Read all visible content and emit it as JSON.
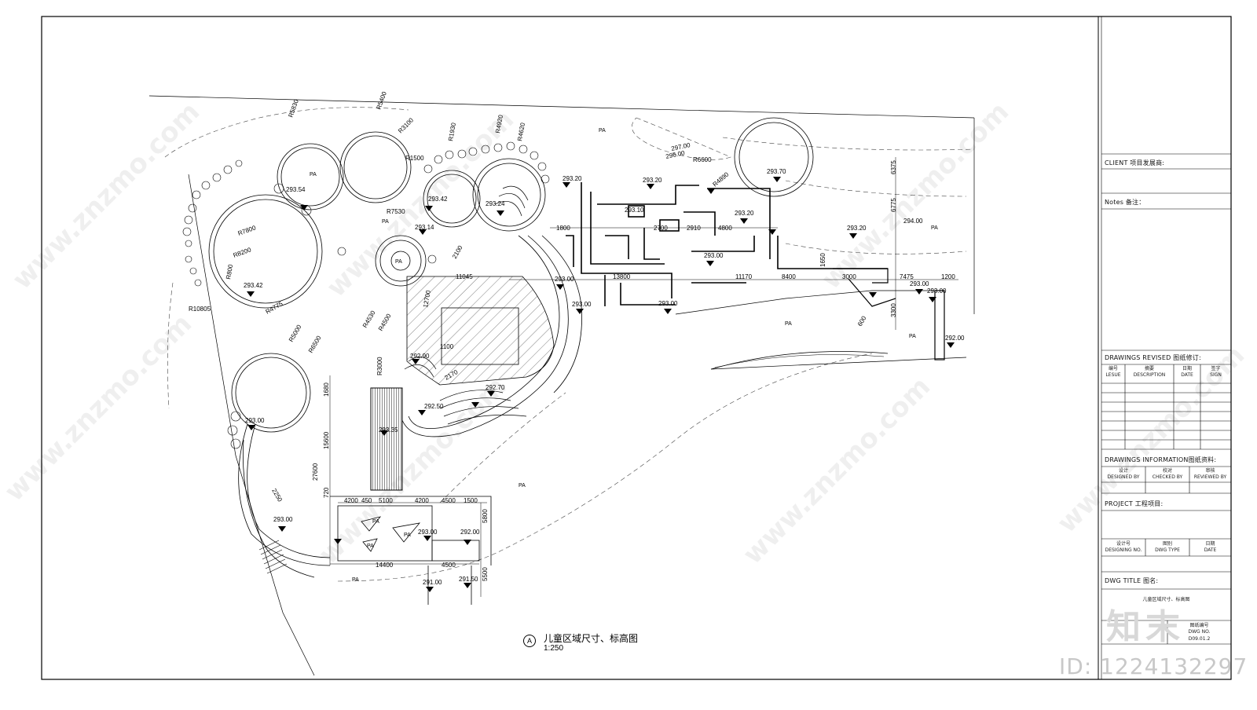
{
  "drawing": {
    "caption_title": "儿童区域尺寸、标高图",
    "caption_scale": "1:250",
    "caption_badge": "A",
    "area_label": "PA",
    "elevations": [
      "293.54",
      "293.42",
      "293.20",
      "293.00",
      "292.70",
      "292.00",
      "291.50",
      "291.00",
      "294.00",
      "297.00",
      "296.00",
      "293.70",
      "293.10",
      "292.90",
      "292.50",
      "293.24",
      "293.14",
      "293.35"
    ],
    "dimensions": [
      "R5400",
      "R3100",
      "R1500",
      "R7530",
      "R4920",
      "R4620",
      "R5830",
      "R1930",
      "R7800",
      "R8200",
      "R10805",
      "R4775",
      "R4530",
      "R4500",
      "R3000",
      "R6600",
      "R4890",
      "R800",
      "R5000",
      "R6500",
      "13800",
      "11170",
      "8400",
      "7475",
      "1200",
      "1800",
      "2700",
      "2910",
      "4800",
      "4200",
      "450",
      "5100",
      "4500",
      "1500",
      "14400",
      "27600",
      "15600",
      "1680",
      "720",
      "2250",
      "5800",
      "6775",
      "6375",
      "3000",
      "3300",
      "600",
      "1100",
      "2100",
      "2170",
      "12700",
      "11045",
      "1650",
      "5500"
    ]
  },
  "title_block": {
    "client_label": "CLIENT 项目发展商:",
    "notes_label": "Notes 备注：",
    "revised_label": "DRAWINGS REVISED 图纸修订:",
    "revised_cols": [
      {
        "cn": "编号",
        "en": "LESUE"
      },
      {
        "cn": "摘要",
        "en": "DESCRIPTION"
      },
      {
        "cn": "日期",
        "en": "DATE"
      },
      {
        "cn": "签字",
        "en": "SIGN"
      }
    ],
    "info_label": "DRAWINGS INFORMATION图纸资料:",
    "info_cols": [
      {
        "cn": "设计",
        "en": "DESIGNED BY"
      },
      {
        "cn": "校对",
        "en": "CHECKED BY"
      },
      {
        "cn": "审核",
        "en": "REVIEWED BY"
      }
    ],
    "project_label": "PROJECT 工程项目:",
    "project_cols": [
      {
        "cn": "设计号",
        "en": "DESIGNING NO."
      },
      {
        "cn": "图别",
        "en": "DWG TYPE"
      },
      {
        "cn": "日期",
        "en": "DATE"
      }
    ],
    "dwg_title_label": "DWG TITLE 图名:",
    "dwg_title_value": "儿童区域尺寸、标高图",
    "dwg_no_cn": "图纸编号",
    "dwg_no_en": "DWG NO.",
    "dwg_no_value": "D09.01.2"
  },
  "watermark": {
    "site": "www.znzmo.com",
    "brand": "知末",
    "id": "ID: 1224132297"
  }
}
